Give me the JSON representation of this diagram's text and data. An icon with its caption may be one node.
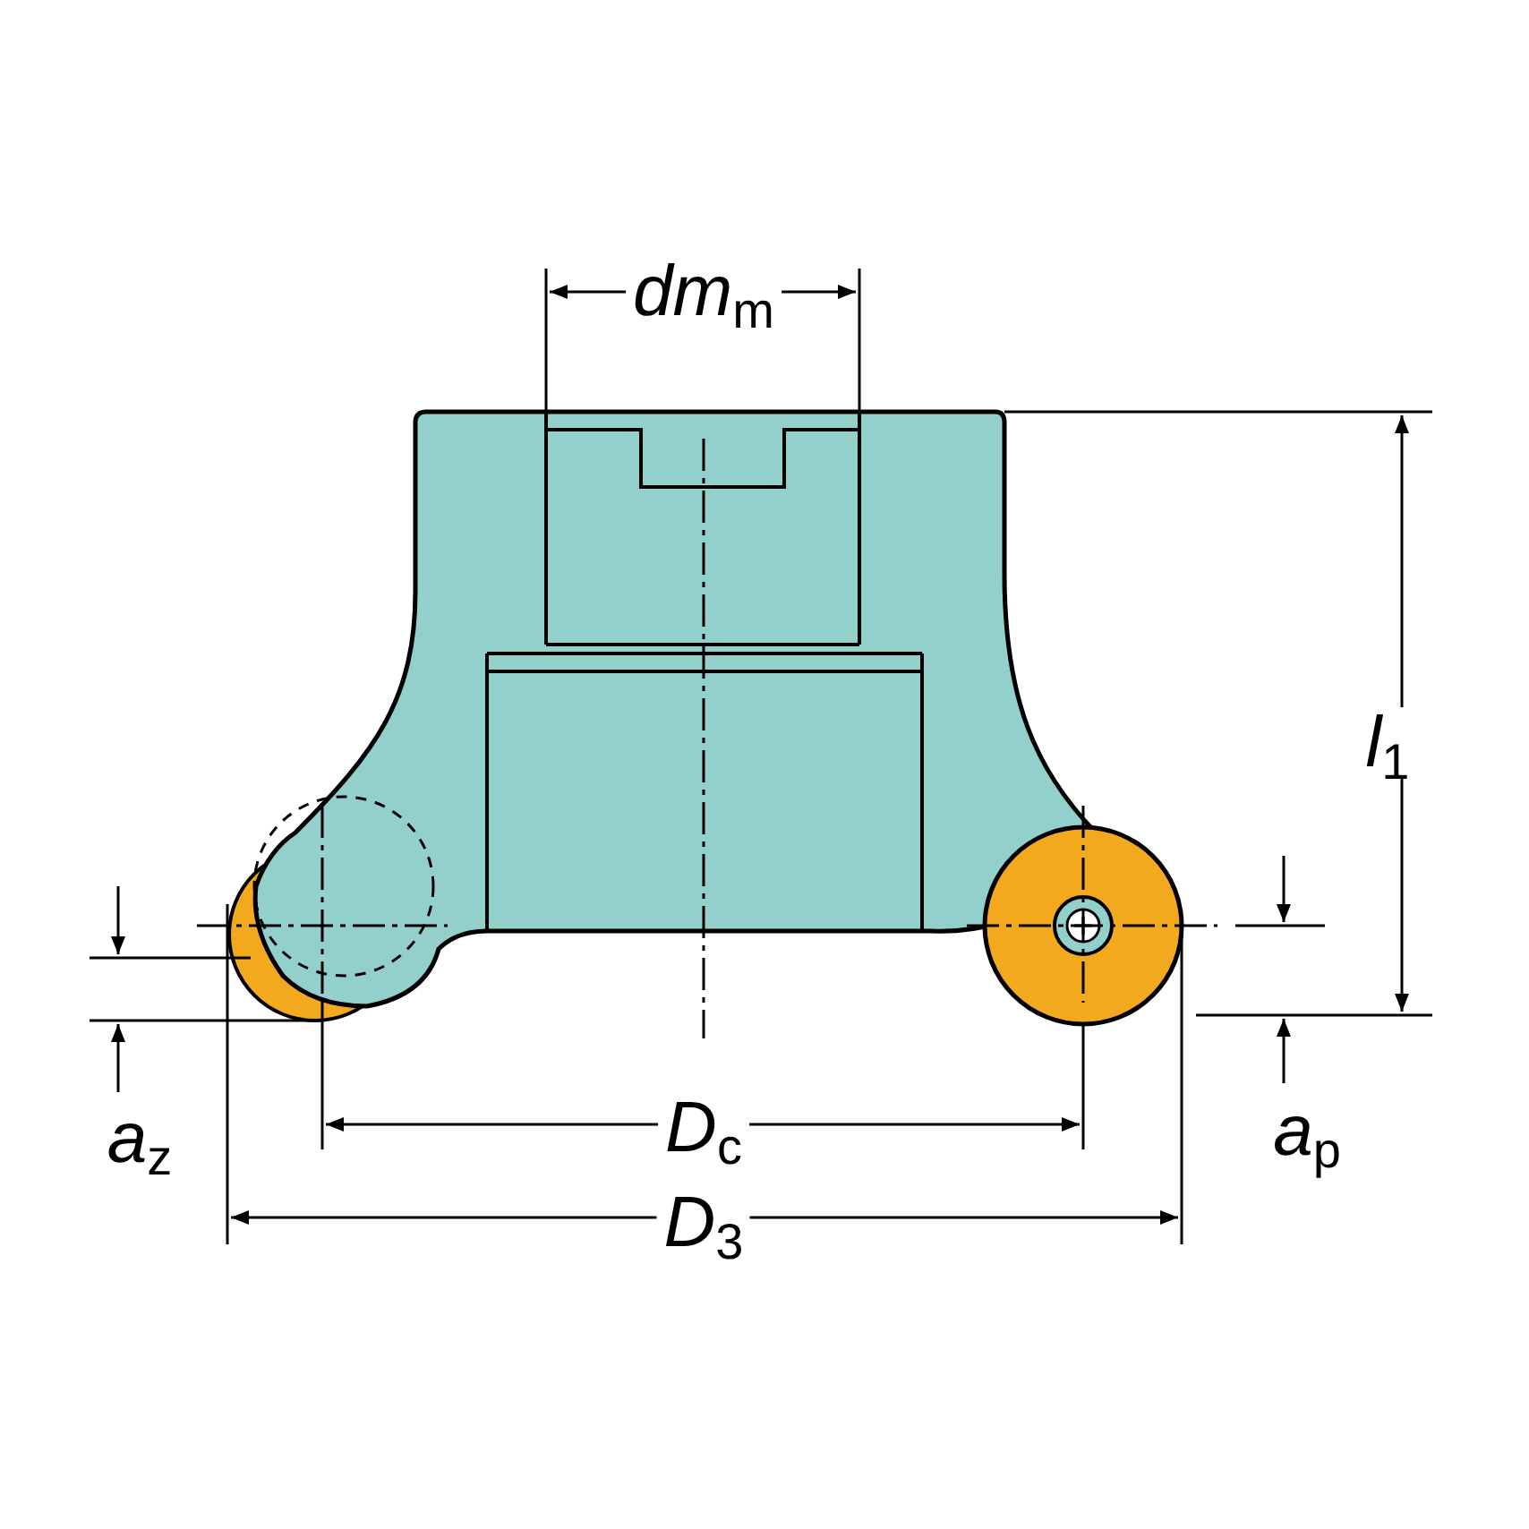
{
  "diagram": {
    "labels": [
      "*dm*$_{m}$",
      "*l*$_{1}$",
      "*a*$_{z}$",
      "*D*$_{c}$",
      "*a*$_{p}$",
      "*D*$_{3}$"
    ]
  }
}
